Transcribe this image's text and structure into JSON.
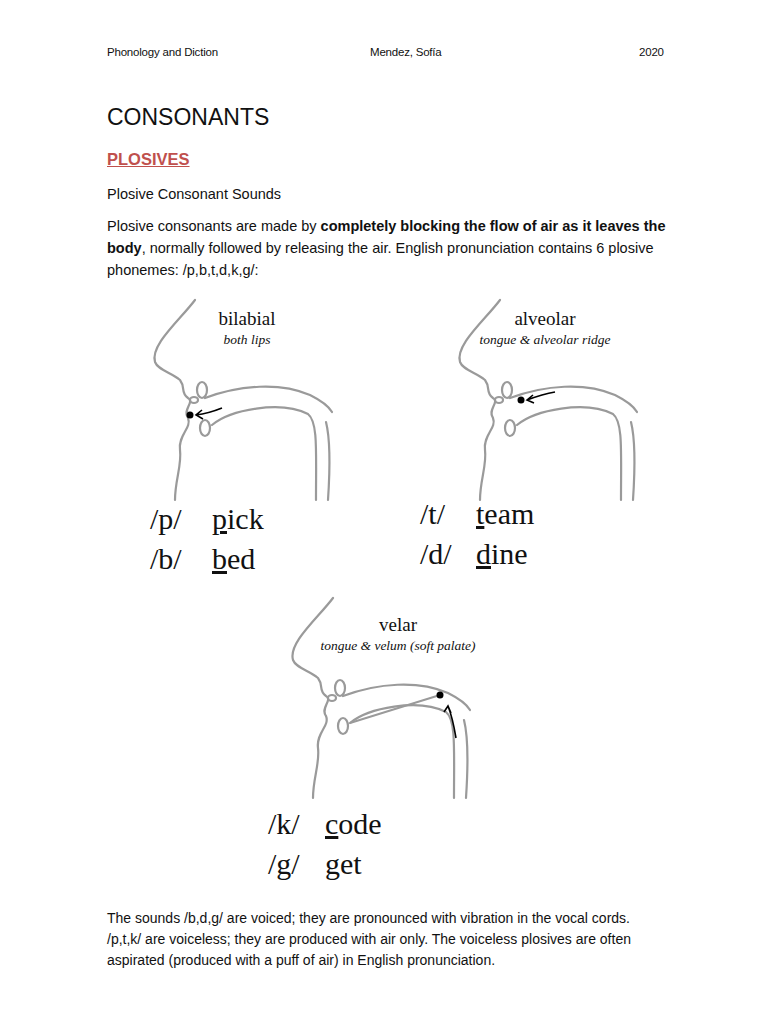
{
  "diagram": {
    "title": "CONSONANTS",
    "labels": [
      "Phonology and Diction",
      "Mendez, Sofía",
      "2020",
      "PLOSIVES",
      "Plosive Consonant Sounds",
      "Plosive consonants are made by ",
      "completely blocking the flow of air as it leaves the body",
      ", normally followed by releasing the air. English pronunciation contains 6 plosive phonemes: /p,b,t,d,k,g/:",
      "bilabial",
      "both lips",
      "alveolar",
      "tongue & alveolar ridge",
      "/p/",
      "pick",
      "/b/",
      "bed",
      "/t/",
      "team",
      "/d/",
      "dine",
      "velar",
      "tongue & velum (soft palate)",
      "/k/",
      "code",
      "/g/",
      "get",
      "The sounds /b,d,g/ are voiced; they are pronounced with vibration in the vocal cords. /p,t,k/ are voiceless; they are produced with air only. The voiceless plosives are often aspirated (produced with a puff of air) in English pronunciation."
    ]
  }
}
